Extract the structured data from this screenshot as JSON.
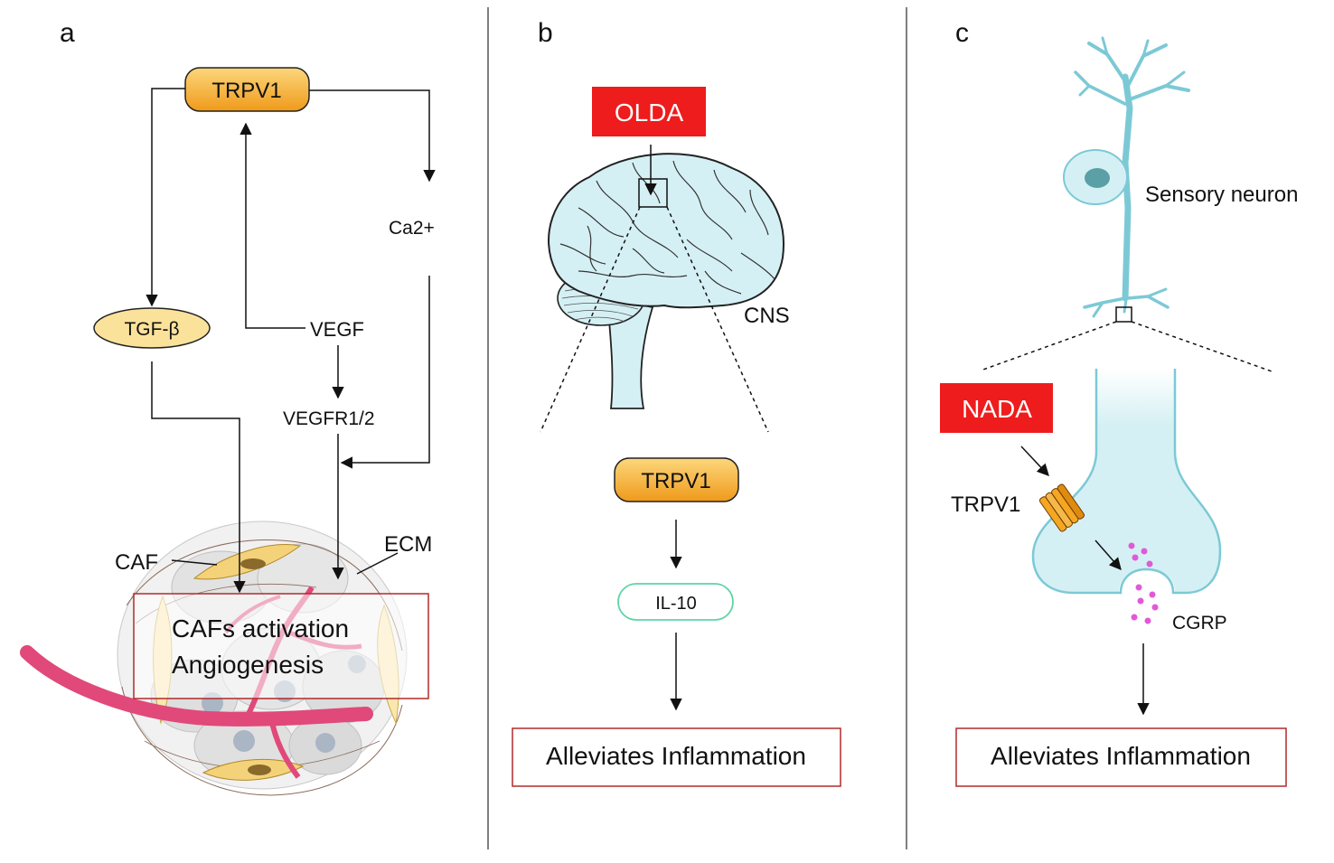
{
  "panels": {
    "a": {
      "label": "a",
      "trpv1": "TRPV1",
      "tgf": "TGF-β",
      "vegf": "VEGF",
      "vegfr": "VEGFR1/2",
      "ca": "Ca2+",
      "caf": "CAF",
      "ecm": "ECM",
      "outcome_line1": "CAFs activation",
      "outcome_line2": "Angiogenesis"
    },
    "b": {
      "label": "b",
      "olda": "OLDA",
      "cns": "CNS",
      "trpv1": "TRPV1",
      "il10": "IL-10",
      "outcome": "Alleviates Inflammation"
    },
    "c": {
      "label": "c",
      "neuron": "Sensory neuron",
      "nada": "NADA",
      "trpv1": "TRPV1",
      "cgrp": "CGRP",
      "outcome": "Alleviates Inflammation"
    }
  },
  "colors": {
    "trpv1_fill": "#f5a623",
    "tgf_fill": "#fbe29a",
    "ligand_red": "#ee1c1c",
    "neuron_fill": "#d5f0f4",
    "neuron_stroke": "#7cc9d6",
    "vessel": "#e0497a",
    "caf_fill": "#f4d27a",
    "outcome_border": "#b22a2a",
    "il10_border": "#5fd4a6",
    "cgrp_dots": "#e05ad8"
  }
}
